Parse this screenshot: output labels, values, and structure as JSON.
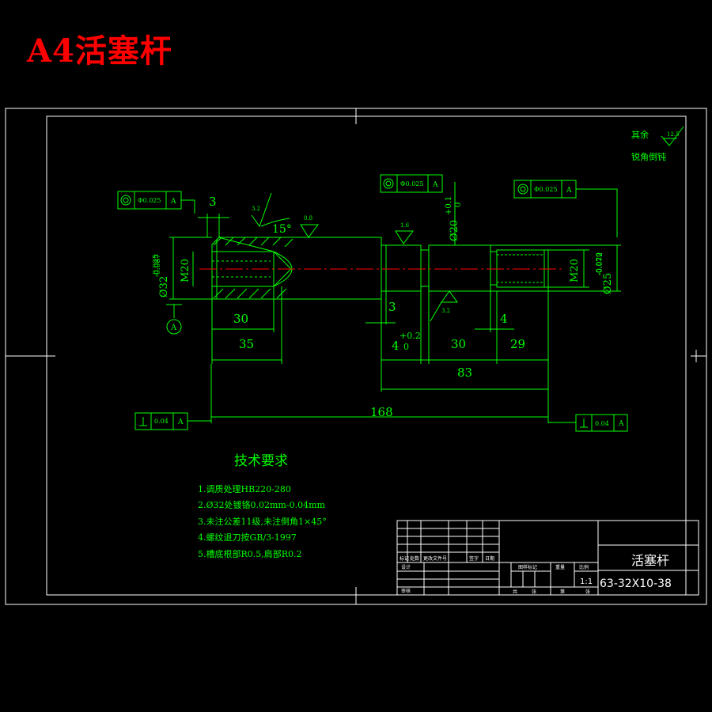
{
  "sheet": {
    "heading": "A4活塞杆"
  },
  "surface_note": {
    "label_rest": "其余",
    "label_chamfer": "锐角倒钝",
    "roughness_rest": "12.5"
  },
  "tolerances": {
    "coaxial_left": "Φ0.025",
    "coaxial_mid": "Φ0.025",
    "coaxial_right": "Φ0.025",
    "datum": "A",
    "perp_left": "0.04",
    "perp_right": "0.04"
  },
  "roughness": {
    "r1": "3.2",
    "r2": "0.8",
    "r3": "1.6",
    "r4": "3.2"
  },
  "dimensions": {
    "d3_top": "3",
    "angle": "15°",
    "dia_left": "Ø32",
    "dia_left_tol_up": "-0.025",
    "dia_left_tol_low": "-0.087",
    "m20_left": "M20",
    "d30_thread": "30",
    "d35": "35",
    "dia20": "Ø20",
    "dia20_tol_up": "+0.1",
    "dia20_tol_low": "0",
    "d3_bottom": "3",
    "d4_left": "4",
    "tol_plus": "+0.2",
    "tol_zero": "0",
    "d30_mid": "30",
    "d4_right": "4",
    "d29": "29",
    "d83": "83",
    "d168": "168",
    "m20_right": "M20",
    "dia25": "Ø25",
    "dia25_tol_up": "-0.020",
    "dia25_tol_low": "-0.072"
  },
  "tech": {
    "title": "技术要求",
    "items": [
      "1.调质处理HB220-280",
      "2.Ø32处镀铬0.02mm-0.04mm",
      "3.未注公差11级,未注倒角1×45°",
      "4.螺纹退刀按GB/3-1997",
      "5.槽底根部R0.5,肩部R0.2"
    ]
  },
  "title_block": {
    "name": "活塞杆",
    "code": "63-32X10-38",
    "scale": "1:1",
    "labels": [
      "标记",
      "处数",
      "更改文件号",
      "签字",
      "日期",
      "设计",
      "审核",
      "图样标记",
      "重量",
      "比例",
      "共",
      "张",
      "第",
      "张"
    ]
  }
}
